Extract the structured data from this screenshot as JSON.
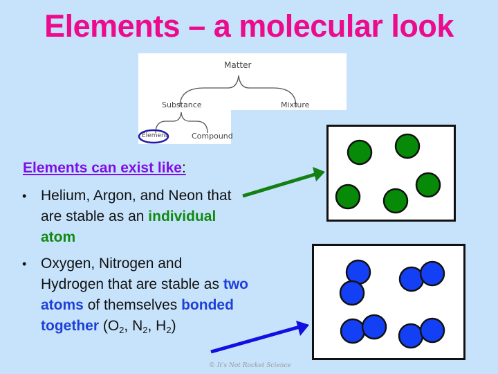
{
  "slide": {
    "title": "Elements – a molecular look",
    "background_color": "#c6e3fb",
    "title_color": "#ec0b8c"
  },
  "diagram": {
    "root": "Matter",
    "level1": [
      "Substance",
      "Mixture"
    ],
    "level2": [
      "Element",
      "Compound"
    ],
    "highlighted": "Element",
    "highlight_color": "#1a1aa8"
  },
  "content": {
    "subheading": "Elements can exist like",
    "subheading_colon": ":",
    "bullets": [
      {
        "text_before": "Helium, Argon, and Neon that are stable as an",
        "highlight": "individual atom",
        "highlight_color": "#128a12"
      },
      {
        "text_before": "Oxygen, Nitrogen and Hydrogen that are stable as",
        "highlight1": "two atoms",
        "text_middle": "of themselves",
        "highlight2": "bonded together",
        "formula_open": "(O",
        "formula_sub1": "2",
        "formula_n": ", N",
        "formula_sub2": "2",
        "formula_h": ", H",
        "formula_sub3": "2",
        "formula_close": ")",
        "highlight_color": "#1f3fd8"
      }
    ]
  },
  "illustrations": {
    "single_atoms": {
      "label": "individual atoms",
      "color": "#078a07",
      "count": 5
    },
    "diatomic_molecules": {
      "label": "diatomic molecules",
      "color": "#1440f5",
      "count": 4
    }
  },
  "arrows": {
    "green_color": "#138013",
    "blue_color": "#1010e0"
  },
  "credit": "© It's Not Rocket Science"
}
